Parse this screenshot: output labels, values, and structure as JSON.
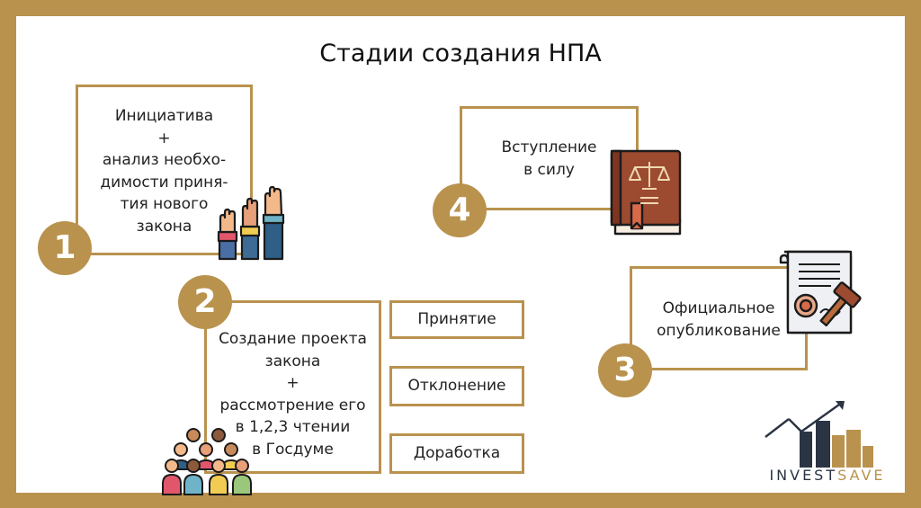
{
  "title": "Стадии создания НПА",
  "stages": [
    {
      "number": "1",
      "lines": [
        "Инициатива",
        "+",
        "анализ необхо-",
        "димости приня-",
        "тия нового",
        "закона"
      ]
    },
    {
      "number": "2",
      "lines": [
        "Создание проекта",
        "закона",
        "+",
        "рассмотрение его",
        "в 1,2,3 чтении",
        "в Госдуме"
      ]
    },
    {
      "number": "3",
      "lines": [
        "Официальное",
        "опубликование"
      ]
    },
    {
      "number": "4",
      "lines": [
        "Вступление",
        "в силу"
      ]
    }
  ],
  "outcomes": [
    "Принятие",
    "Отклонение",
    "Доработка"
  ],
  "logo": {
    "part1": "INVEST",
    "part2": "SAVE"
  },
  "colors": {
    "accent": "#b9924e",
    "logo_dark": "#2b3443"
  },
  "icons": [
    "raised-hands-icon",
    "crowd-icon",
    "law-book-icon",
    "certificate-gavel-icon",
    "investsave-logo-icon"
  ]
}
